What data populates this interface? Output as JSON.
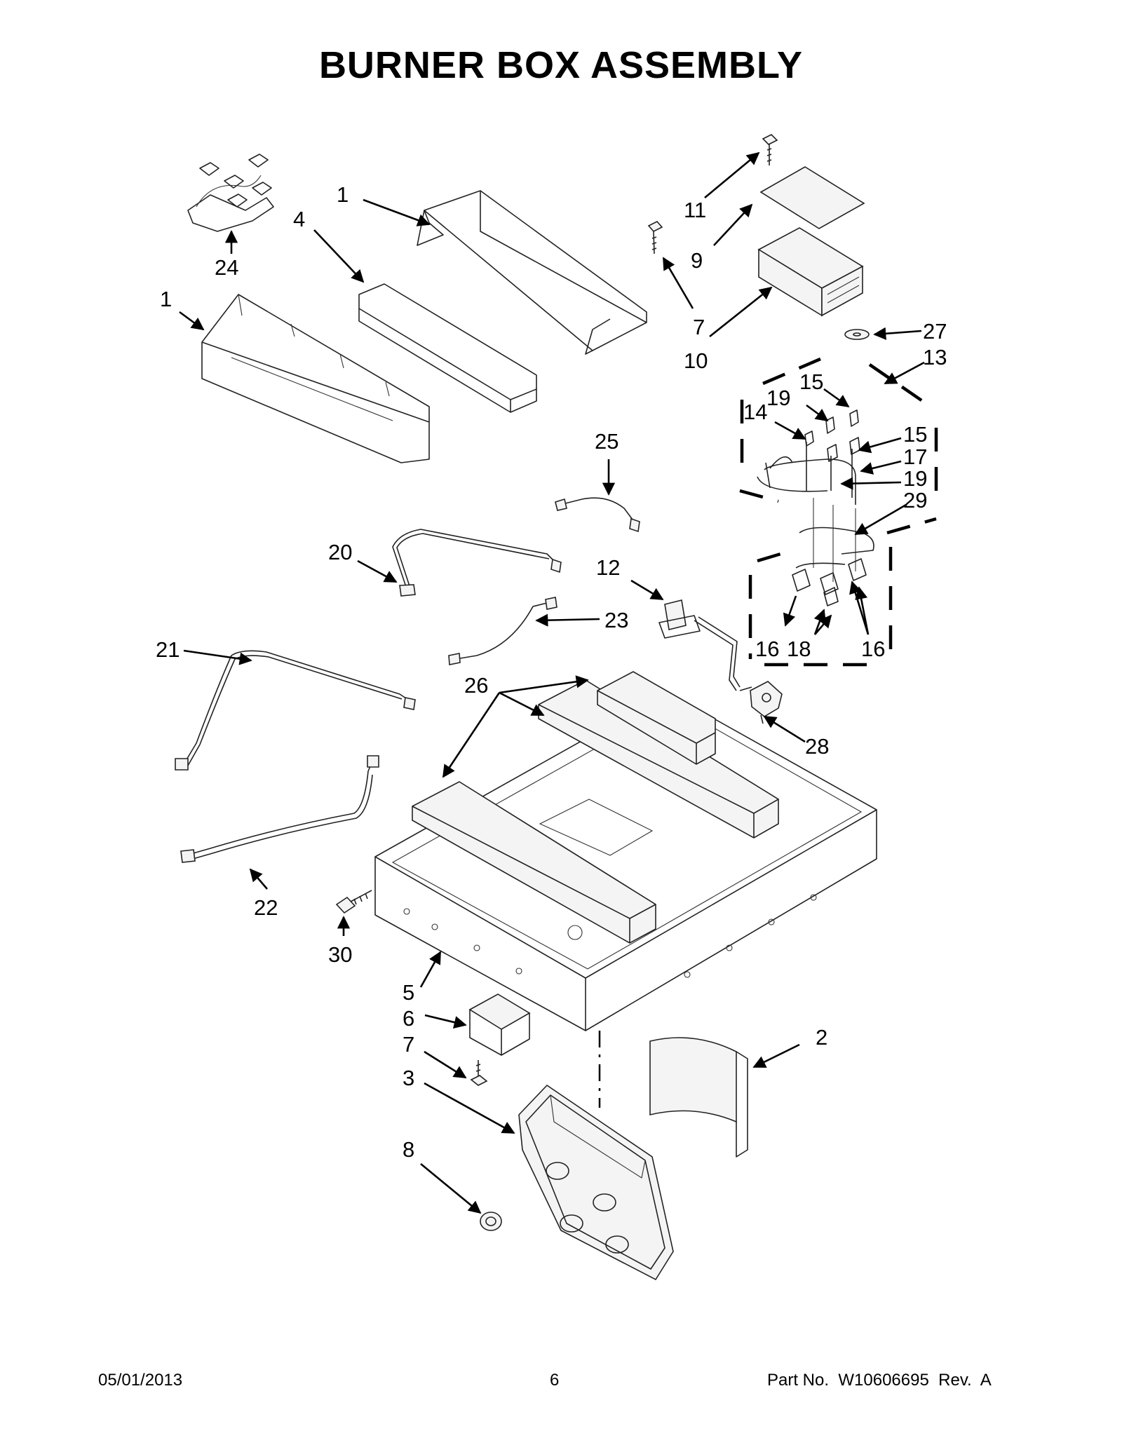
{
  "title": "BURNER BOX ASSEMBLY",
  "footer": {
    "date": "05/01/2013",
    "page": "6",
    "part_no": "Part No.  W10606695  Rev.  A"
  },
  "callouts": [
    "1",
    "4",
    "24",
    "1",
    "7",
    "9",
    "10",
    "11",
    "27",
    "13",
    "14",
    "19",
    "15",
    "15",
    "17",
    "19",
    "29",
    "25",
    "20",
    "12",
    "23",
    "16",
    "18",
    "16",
    "21",
    "26",
    "28",
    "22",
    "30",
    "5",
    "6",
    "7",
    "3",
    "2",
    "8"
  ]
}
